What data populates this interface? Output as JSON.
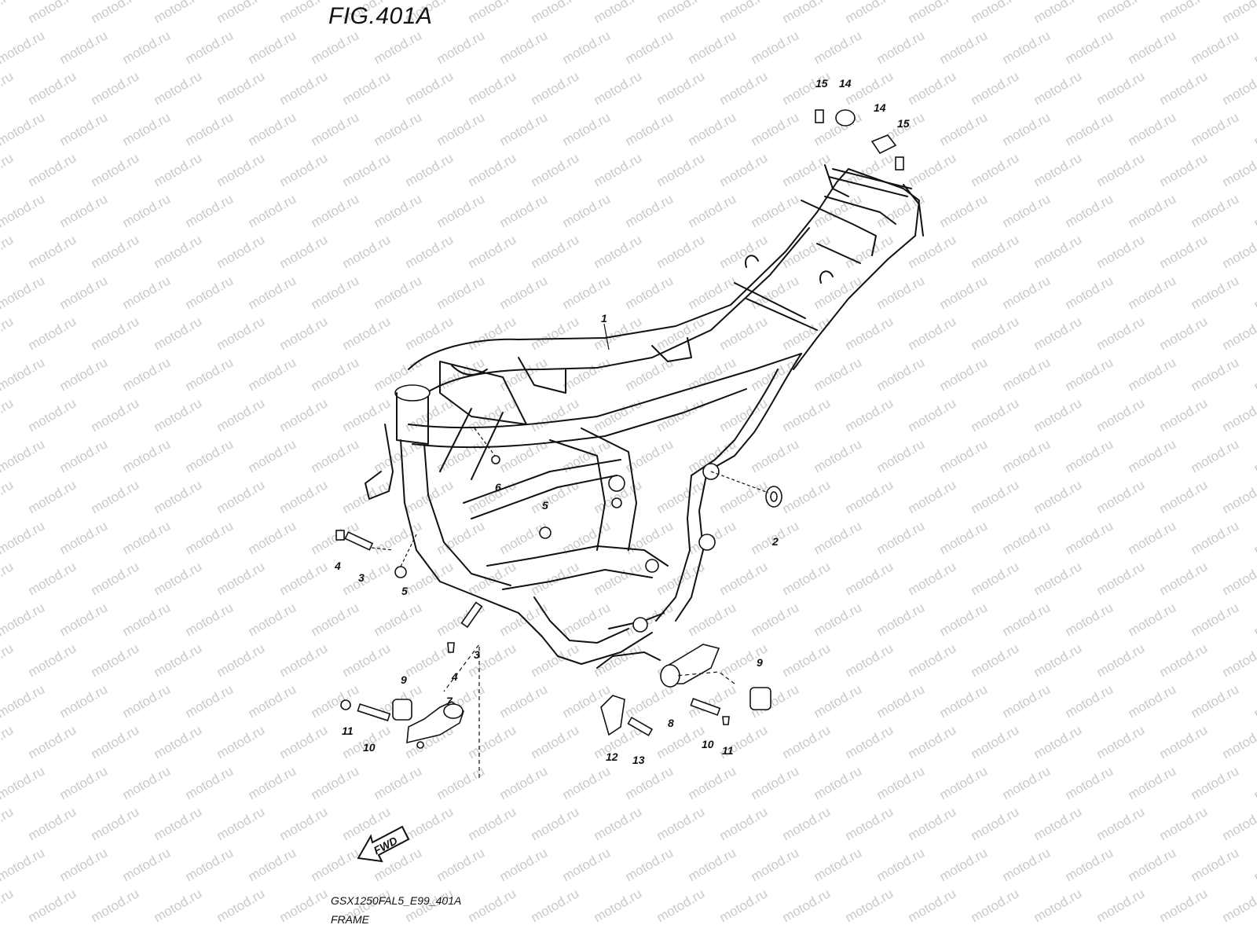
{
  "figure": {
    "title": "FIG.401A",
    "code": "GSX1250FAL5_E99_401A",
    "caption": "FRAME"
  },
  "watermark": {
    "text": "motod.ru",
    "color": "#c9c9c9"
  },
  "fwd_arrow": {
    "label": "FWD"
  },
  "callouts": [
    "1",
    "2",
    "3",
    "3",
    "4",
    "4",
    "5",
    "5",
    "6",
    "7",
    "8",
    "9",
    "9",
    "10",
    "10",
    "11",
    "11",
    "12",
    "13",
    "14",
    "14",
    "15",
    "15"
  ]
}
